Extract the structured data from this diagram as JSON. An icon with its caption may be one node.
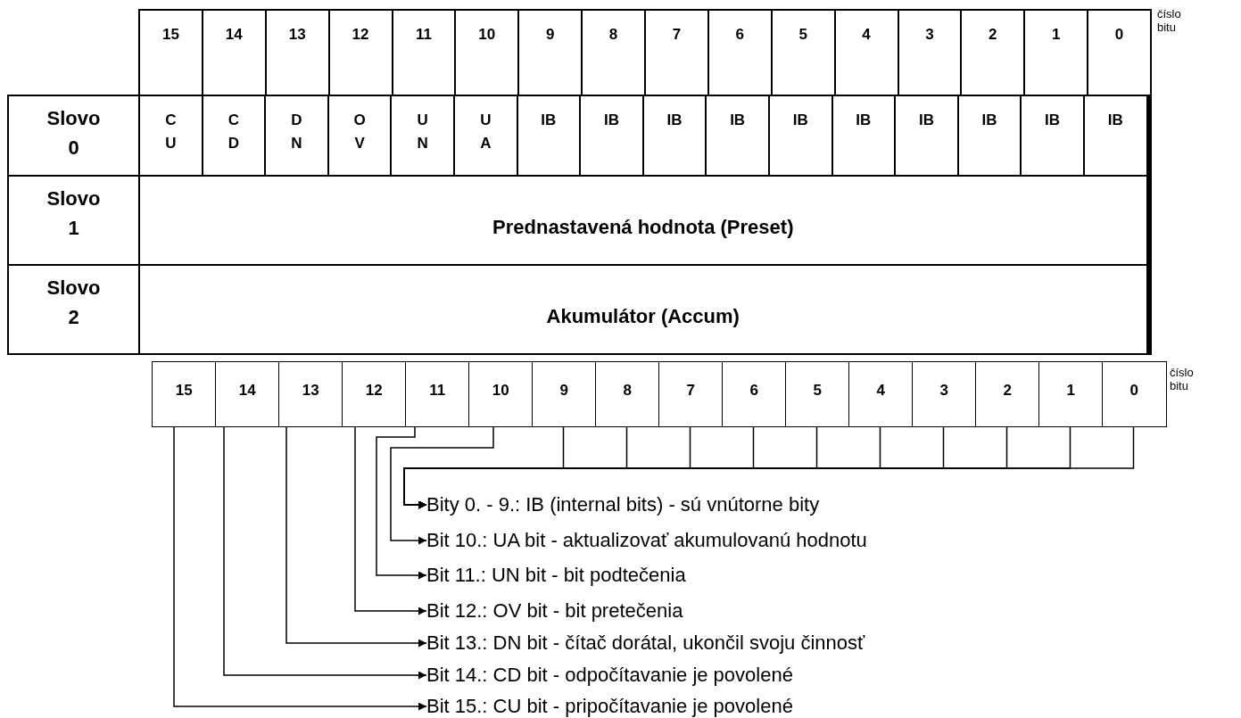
{
  "diagram": {
    "nodes": [
      {
        "text": [
          "15"
        ]
      },
      {
        "text": [
          "14"
        ]
      },
      {
        "text": [
          "13"
        ]
      },
      {
        "text": [
          "12"
        ]
      },
      {
        "text": [
          "11"
        ]
      },
      {
        "text": [
          "10"
        ]
      },
      {
        "text": [
          "9"
        ]
      },
      {
        "text": [
          "8"
        ]
      },
      {
        "text": [
          "7"
        ]
      },
      {
        "text": [
          "6"
        ]
      },
      {
        "text": [
          "5"
        ]
      },
      {
        "text": [
          "4"
        ]
      },
      {
        "text": [
          "3"
        ]
      },
      {
        "text": [
          "2"
        ]
      },
      {
        "text": [
          "1"
        ]
      },
      {
        "text": [
          "0"
        ]
      },
      {
        "text": [
          "Bity 0. - 9.: IB (internal bits) - sú vnútorne bity"
        ]
      },
      {
        "text": [
          "Bit 10.: UA bit - aktualizovať akumulovanú hodnotu"
        ]
      },
      {
        "text": [
          "Bit 11.: UN bit - bit podtečenia"
        ]
      },
      {
        "text": [
          "Bit 12.: OV bit - bit pretečenia"
        ]
      },
      {
        "text": [
          "Bit 13.: DN bit - čítač dorátal, ukončil svoju činnosť"
        ]
      },
      {
        "text": [
          "Bit 14.: CD bit - odpočítavanie je povolené"
        ]
      },
      {
        "text": [
          "Bit 15.: CU bit - pripočítavanie je povolené"
        ]
      }
    ],
    "edges": [
      {
        "from": 0,
        "to": 22,
        "arrow": "to"
      },
      {
        "from": 1,
        "to": 21,
        "arrow": "to"
      },
      {
        "from": 2,
        "to": 20,
        "arrow": "to"
      },
      {
        "from": 3,
        "to": 19,
        "arrow": "to"
      },
      {
        "from": 4,
        "to": 18,
        "arrow": "to"
      },
      {
        "from": 5,
        "to": 17,
        "arrow": "to"
      },
      {
        "from": 6,
        "to": 16,
        "arrow": "to"
      },
      {
        "from": 7,
        "to": 16,
        "arrow": "to"
      },
      {
        "from": 8,
        "to": 16,
        "arrow": "to"
      },
      {
        "from": 9,
        "to": 16,
        "arrow": "to"
      },
      {
        "from": 10,
        "to": 16,
        "arrow": "to"
      },
      {
        "from": 11,
        "to": 16,
        "arrow": "to"
      },
      {
        "from": 12,
        "to": 16,
        "arrow": "to"
      },
      {
        "from": 13,
        "to": 16,
        "arrow": "to"
      },
      {
        "from": 14,
        "to": 16,
        "arrow": "to"
      },
      {
        "from": 15,
        "to": 16,
        "arrow": "to"
      }
    ],
    "labels": [
      "15",
      "14",
      "13",
      "12",
      "11",
      "10",
      "9",
      "8",
      "7",
      "6",
      "5",
      "4",
      "3",
      "2",
      "1",
      "0",
      "číslo bitu",
      "Slovo 0",
      "C U",
      "C D",
      "D N",
      "O V",
      "U N",
      "U A",
      "IB",
      "IB",
      "IB",
      "IB",
      "IB",
      "IB",
      "IB",
      "IB",
      "IB",
      "IB",
      "Slovo 1",
      "Prednastavená hodnota (Preset)",
      "Slovo 2",
      "Akumulátor (Accum)",
      "číslo bitu"
    ]
  }
}
